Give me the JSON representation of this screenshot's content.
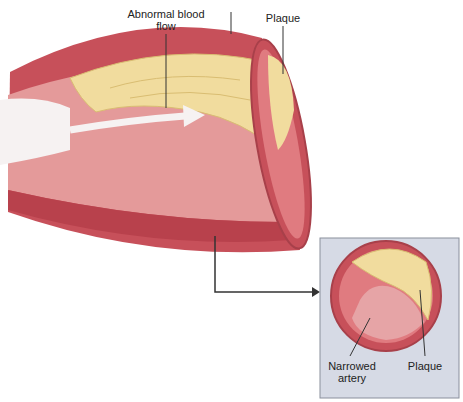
{
  "diagram": {
    "labels": [
      "Abnormal blood flow",
      "Plaque",
      "Narrowed artery",
      "Plaque"
    ]
  }
}
